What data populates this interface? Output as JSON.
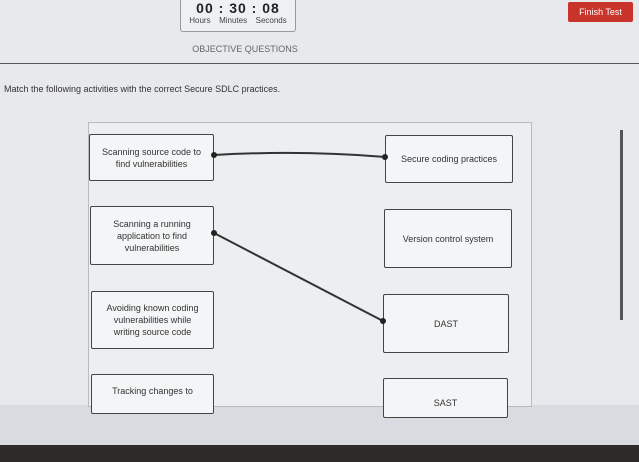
{
  "timer": {
    "hours": "00",
    "minutes": "30",
    "seconds": "08",
    "hours_label": "Hours",
    "minutes_label": "Minutes",
    "seconds_label": "Seconds"
  },
  "finish_label": "Finish Test",
  "section_title": "OBJECTIVE QUESTIONS",
  "question": "Match the following activities with the correct Secure SDLC practices.",
  "left_items": [
    "Scanning source code to find vulnerabilities",
    "Scanning a running application to find vulnerabilities",
    "Avoiding known coding vulnerabilities while writing source code",
    "Tracking changes to"
  ],
  "right_items": [
    "Secure coding practices",
    "Version control system",
    "DAST",
    "SAST"
  ],
  "colors": {
    "finish": "#c9342a"
  }
}
